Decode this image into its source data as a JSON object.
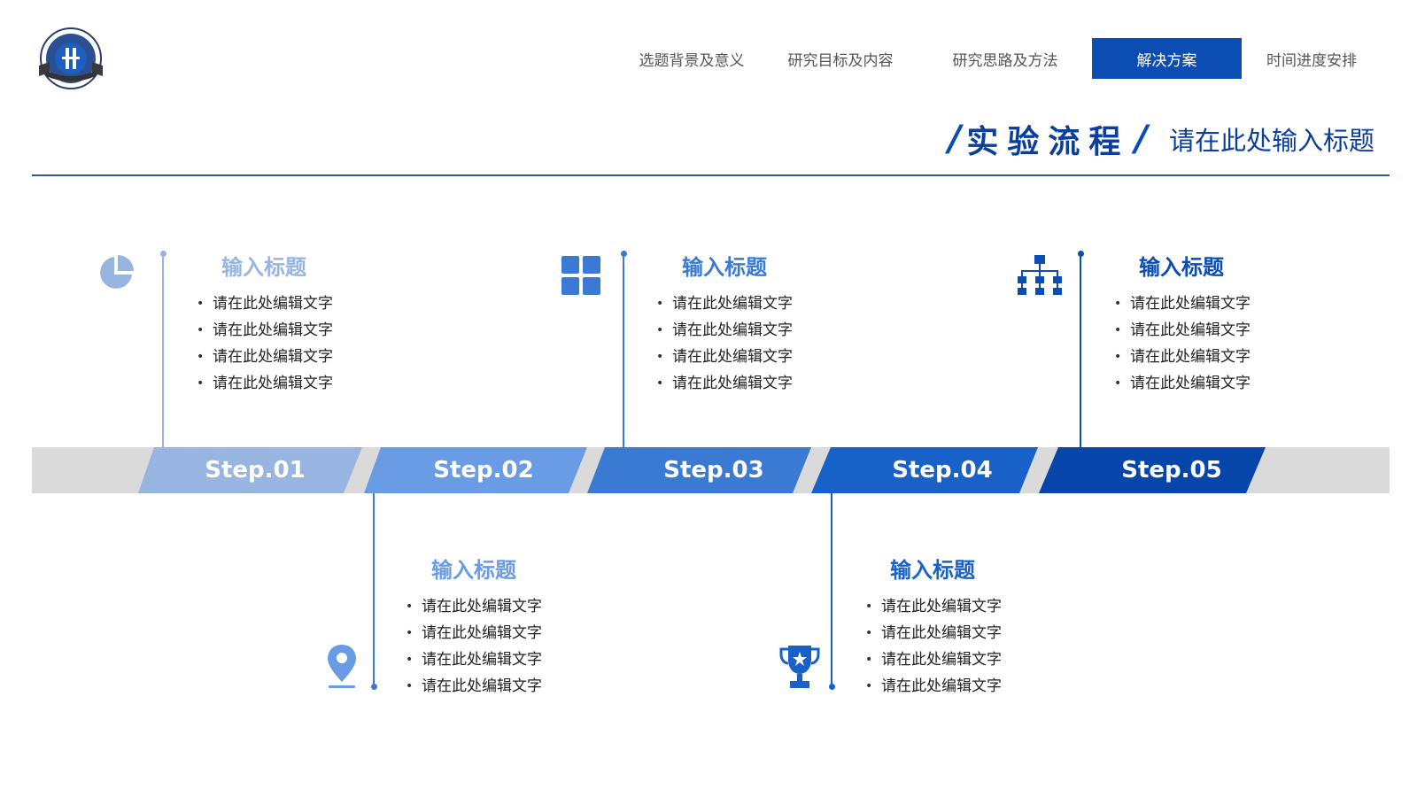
{
  "nav": [
    {
      "label": "选题背景及意义",
      "active": false
    },
    {
      "label": "研究目标及内容",
      "active": false
    },
    {
      "label": "研究思路及方法",
      "active": false
    },
    {
      "label": "解决方案",
      "active": true
    },
    {
      "label": "时间进度安排",
      "active": false
    }
  ],
  "header": {
    "slash": "/",
    "title": "实验流程",
    "subtitle": "请在此处输入标题"
  },
  "colors": {
    "primary": "#0b4db3",
    "step1": "#97b5e0",
    "step2": "#6a9ce6",
    "step3": "#3b7ad3",
    "step4": "#1861c8",
    "step5": "#0646ab",
    "band": "#dadada"
  },
  "steps": [
    {
      "label": "Step.01"
    },
    {
      "label": "Step.02"
    },
    {
      "label": "Step.03"
    },
    {
      "label": "Step.04"
    },
    {
      "label": "Step.05"
    }
  ],
  "blocks": [
    {
      "icon": "pie-chart-icon",
      "title": "输入标题",
      "items": [
        "请在此处编辑文字",
        "请在此处编辑文字",
        "请在此处编辑文字",
        "请在此处编辑文字"
      ]
    },
    {
      "icon": "location-pin-icon",
      "title": "输入标题",
      "items": [
        "请在此处编辑文字",
        "请在此处编辑文字",
        "请在此处编辑文字",
        "请在此处编辑文字"
      ]
    },
    {
      "icon": "grid-icon",
      "title": "输入标题",
      "items": [
        "请在此处编辑文字",
        "请在此处编辑文字",
        "请在此处编辑文字",
        "请在此处编辑文字"
      ]
    },
    {
      "icon": "trophy-icon",
      "title": "输入标题",
      "items": [
        "请在此处编辑文字",
        "请在此处编辑文字",
        "请在此处编辑文字",
        "请在此处编辑文字"
      ]
    },
    {
      "icon": "org-chart-icon",
      "title": "输入标题",
      "items": [
        "请在此处编辑文字",
        "请在此处编辑文字",
        "请在此处编辑文字",
        "请在此处编辑文字"
      ]
    }
  ]
}
